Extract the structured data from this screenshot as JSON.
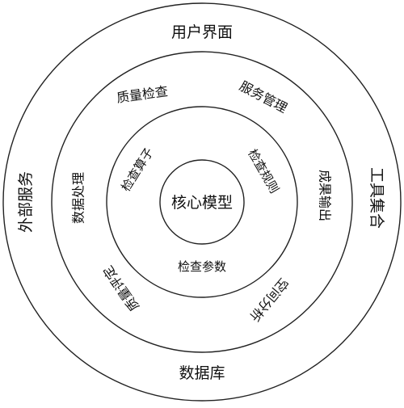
{
  "core": {
    "label": "核心模型"
  },
  "inner_ring": {
    "operator": "检查算子",
    "rules": "检查规则",
    "params": "检查参数"
  },
  "middle_ring": {
    "quality_check": "质量检查",
    "service_mgmt": "服务管理",
    "data_processing": "数据处理",
    "result_output": "成果输出",
    "quality_eval": "质量评定",
    "spatial_analysis": "空间分析"
  },
  "outer_ring": {
    "ui": "用户界面",
    "external_service": "外部服务",
    "tool_integration": "工具集合",
    "database": "数据库"
  }
}
